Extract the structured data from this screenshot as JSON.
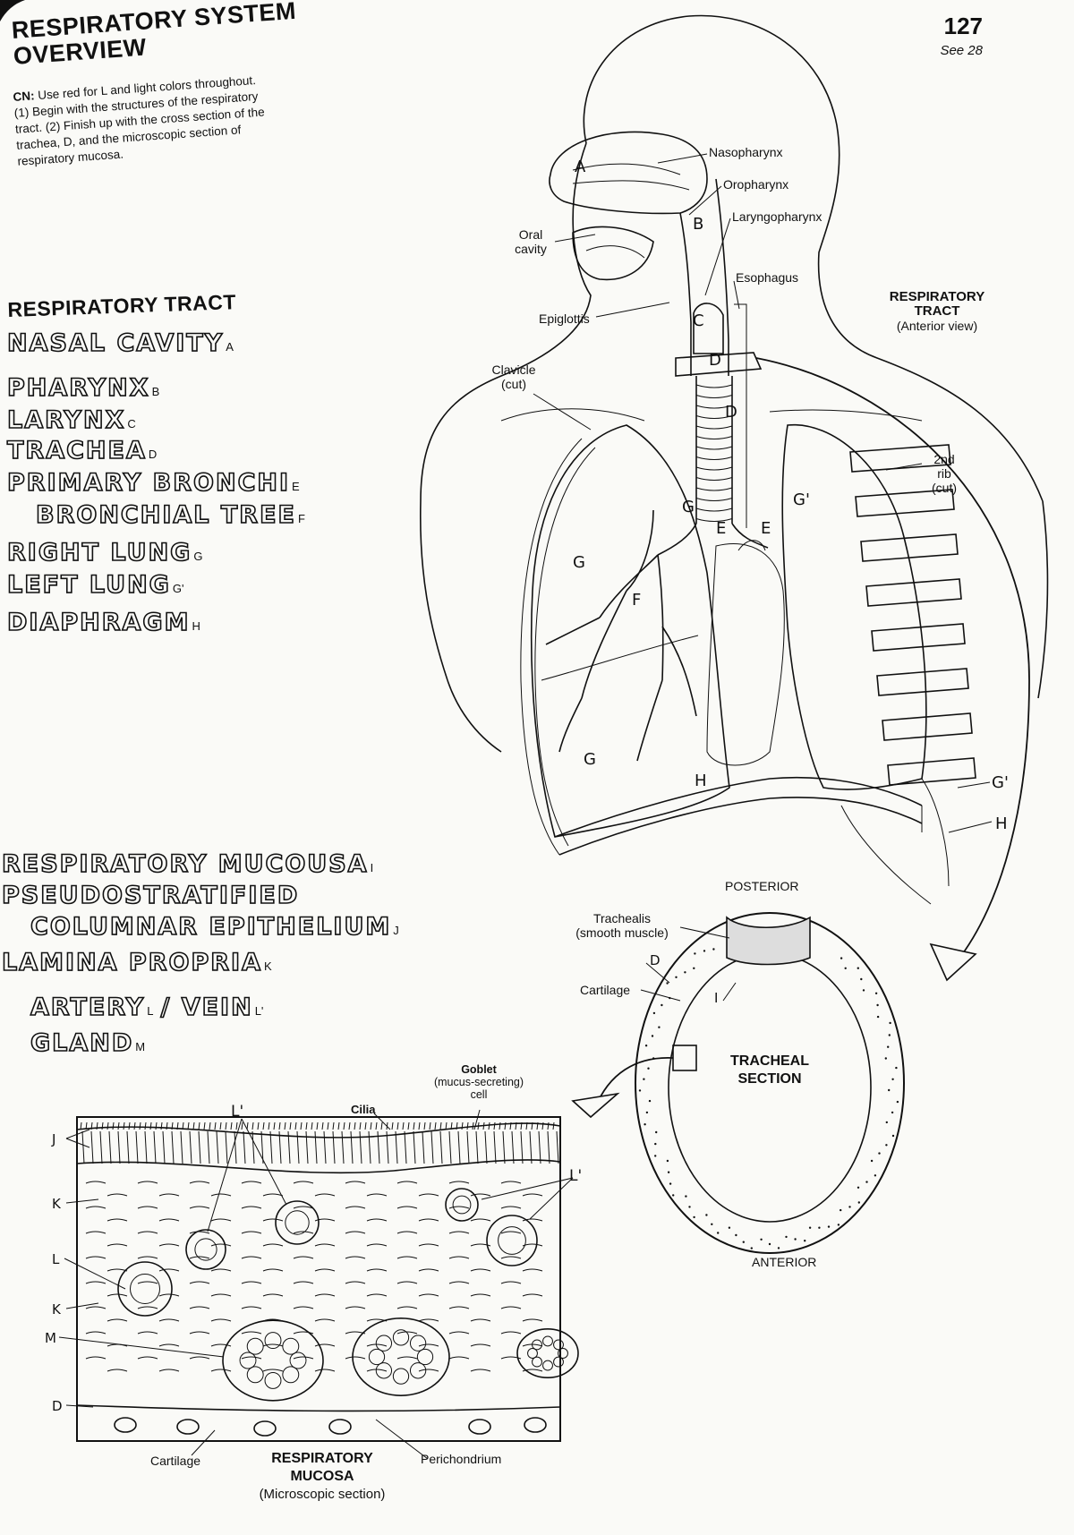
{
  "header": {
    "title_line1": "RESPIRATORY SYSTEM",
    "title_line2": "OVERVIEW",
    "page_number": "127",
    "see_ref": "See 28",
    "cn_label": "CN:",
    "cn_line1": " Use red for L and light colors throughout.",
    "cn_line2": "(1) Begin with the structures of the respiratory",
    "cn_line3": "tract. (2) Finish up with the cross section of the",
    "cn_line4": "trachea, D, and the microscopic section of",
    "cn_line5": "respiratory mucosa."
  },
  "tract_list": {
    "heading": "RESPIRATORY TRACT",
    "items": [
      {
        "name": "NASAL CAVITY",
        "sub": "A"
      },
      {
        "name": "PHARYNX",
        "sub": "B"
      },
      {
        "name": "LARYNX",
        "sub": "C"
      },
      {
        "name": "TRACHEA",
        "sub": "D"
      },
      {
        "name": "PRIMARY BRONCHI",
        "sub": "E"
      },
      {
        "name": "BRONCHIAL TREE",
        "sub": "F"
      },
      {
        "name": "RIGHT LUNG",
        "sub": "G"
      },
      {
        "name": "LEFT LUNG",
        "sub": "G'"
      },
      {
        "name": "DIAPHRAGM",
        "sub": "H"
      }
    ]
  },
  "mucosa_list": {
    "items": [
      {
        "name": "RESPIRATORY MUCOUSA",
        "sub": "I"
      },
      {
        "name": "PSEUDOSTRATIFIED",
        "sub": ""
      },
      {
        "name": "COLUMNAR EPITHELIUM",
        "sub": "J"
      },
      {
        "name": "LAMINA PROPRIA",
        "sub": "K"
      },
      {
        "name": "ARTERY",
        "sub": "L"
      },
      {
        "name": "/ VEIN",
        "sub": "L'"
      },
      {
        "name": "GLAND",
        "sub": "M"
      }
    ]
  },
  "tract_figure": {
    "caption_line1": "RESPIRATORY",
    "caption_line2": "TRACT",
    "caption_line3": "(Anterior view)",
    "labels": {
      "nasopharynx": "Nasopharynx",
      "oropharynx": "Oropharynx",
      "laryngopharynx": "Laryngopharynx",
      "oral_cavity_1": "Oral",
      "oral_cavity_2": "cavity",
      "esophagus": "Esophagus",
      "epiglottis": "Epiglottis",
      "clavicle_1": "Clavicle",
      "clavicle_2": "(cut)",
      "rib_1": "2nd",
      "rib_2": "rib",
      "rib_3": "(cut)"
    },
    "letters": {
      "A": "A",
      "B": "B",
      "C": "C",
      "D1": "D",
      "D2": "D",
      "E1": "E",
      "E2": "E",
      "F": "F",
      "G1": "G",
      "G2": "G",
      "G3": "G",
      "Gp1": "G'",
      "Gp2": "G'",
      "H1": "H",
      "H2": "H"
    }
  },
  "tracheal_section": {
    "posterior": "POSTERIOR",
    "anterior": "ANTERIOR",
    "title_1": "TRACHEAL",
    "title_2": "SECTION",
    "trachealis_1": "Trachealis",
    "trachealis_2": "(smooth muscle)",
    "cartilage": "Cartilage",
    "letter_D": "D",
    "letter_I": "I"
  },
  "mucosa_figure": {
    "caption_line1": "RESPIRATORY",
    "caption_line2": "MUCOSA",
    "caption_line3": "(Microscopic section)",
    "goblet_1": "Goblet",
    "goblet_2": "(mucus-secreting)",
    "goblet_3": "cell",
    "cilia": "Cilia",
    "cartilage": "Cartilage",
    "perichondrium": "Perichondrium",
    "letters": {
      "J": "J",
      "K1": "K",
      "K2": "K",
      "L": "L",
      "M": "M",
      "D": "D",
      "Lp1": "L'",
      "Lp2": "L'"
    }
  }
}
